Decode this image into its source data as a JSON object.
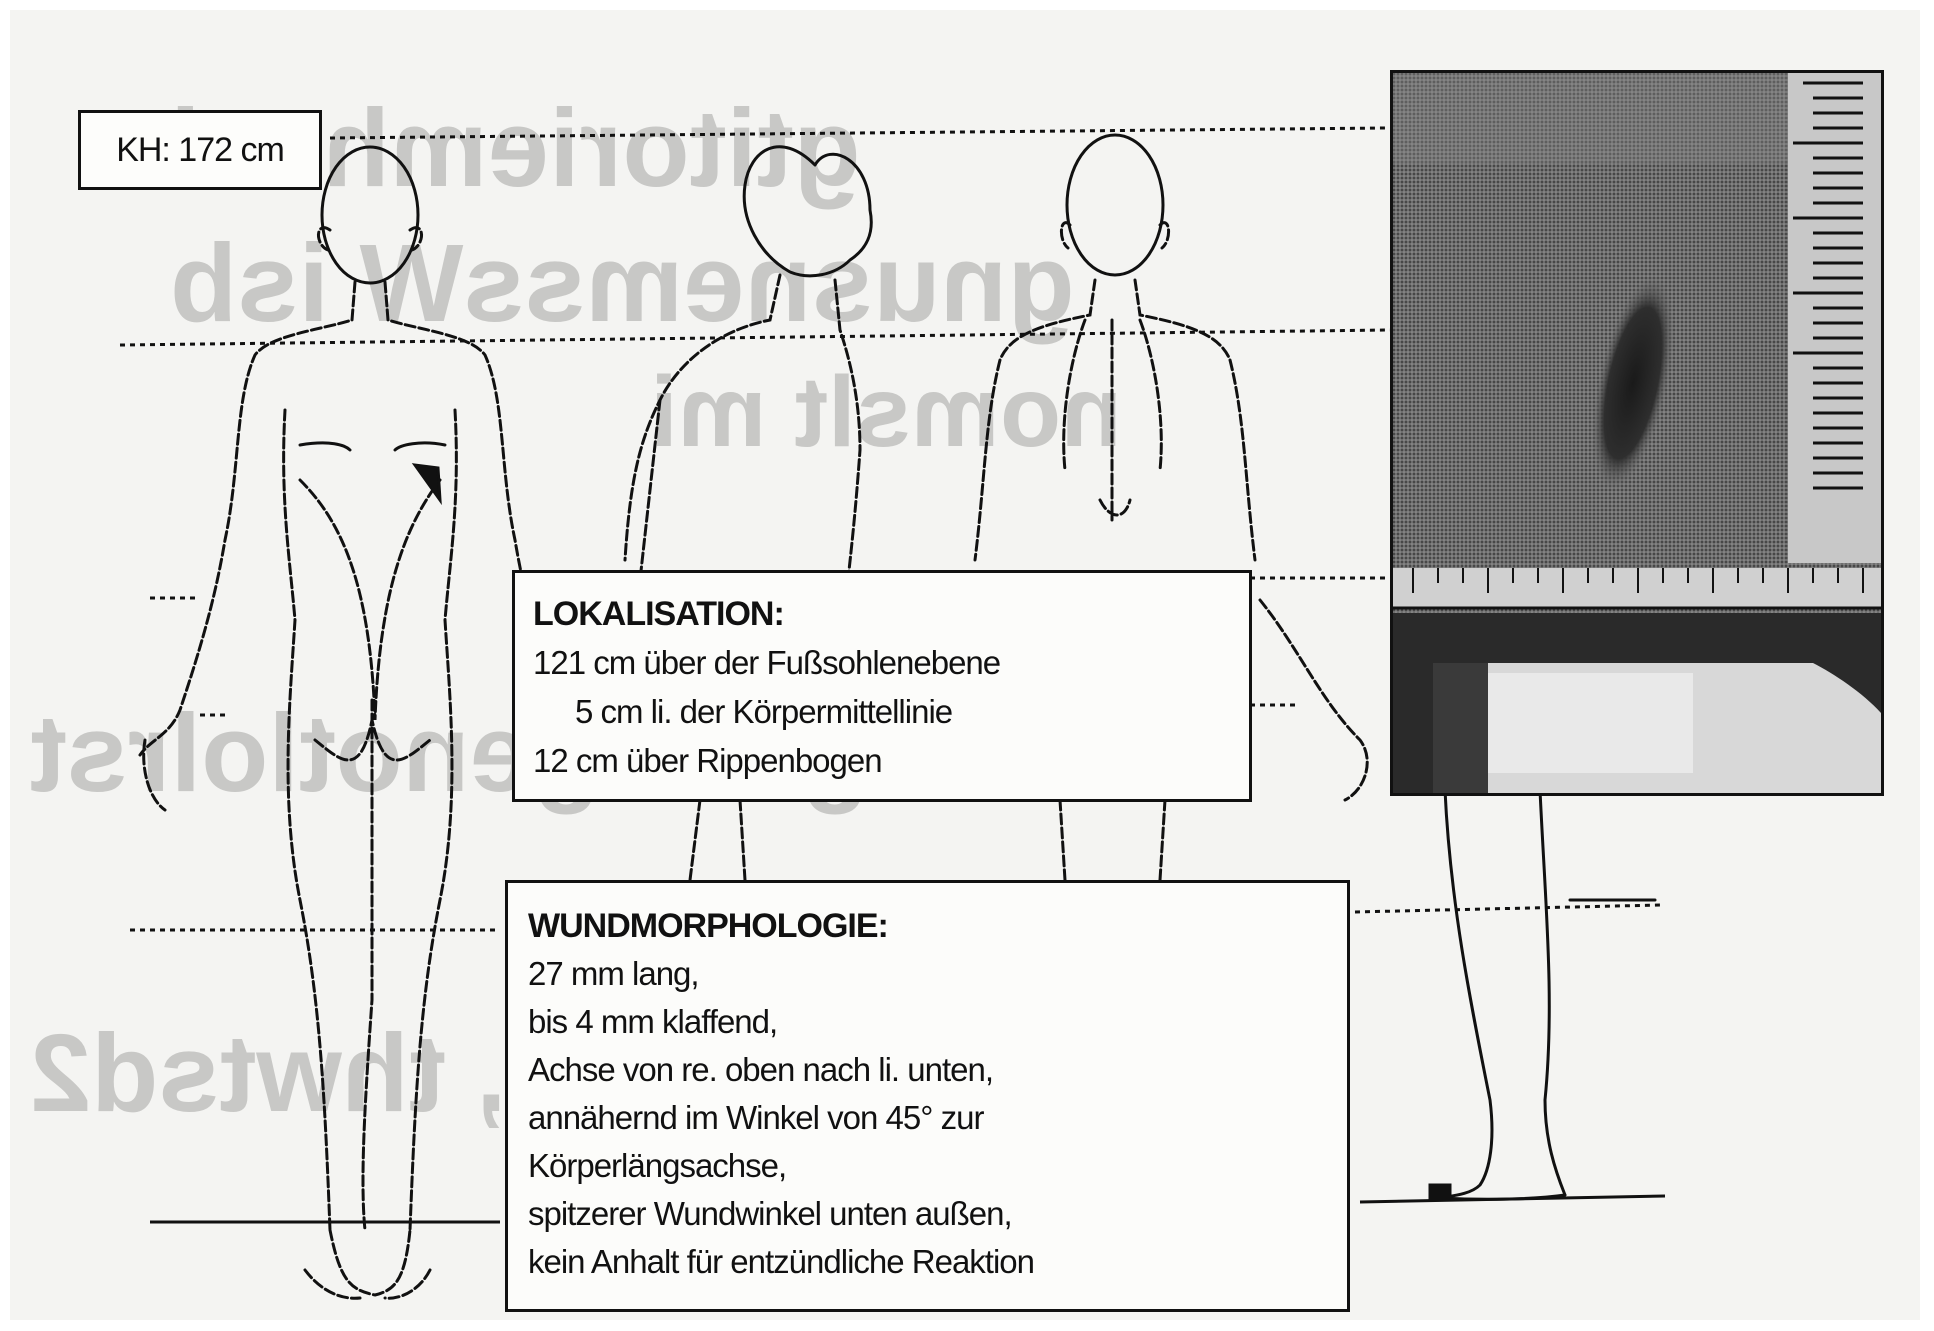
{
  "height_label": "KH: 172 cm",
  "localization": {
    "heading": "LOKALISATION:",
    "lines": [
      "121 cm über der Fußsohlenebene",
      "5 cm li. der Körpermittellinie",
      "12 cm über Rippenbogen"
    ]
  },
  "wound_morphology": {
    "heading": "WUNDMORPHOLOGIE:",
    "lines": [
      "27 mm lang,",
      "bis 4 mm klaffend,",
      "Achse von re. oben nach li. unten,",
      "annähernd im Winkel von 45° zur",
      "Körperlängsachse,",
      "spitzerer Wundwinkel unten außen,",
      "kein Anhalt für entzündliche Reaktion"
    ]
  },
  "figure_views": [
    "anterior",
    "lateral",
    "posterior",
    "lateral-legs"
  ],
  "colors": {
    "ink": "#111111",
    "paper": "#f4f4f2",
    "photo_dark": "#222222"
  }
}
